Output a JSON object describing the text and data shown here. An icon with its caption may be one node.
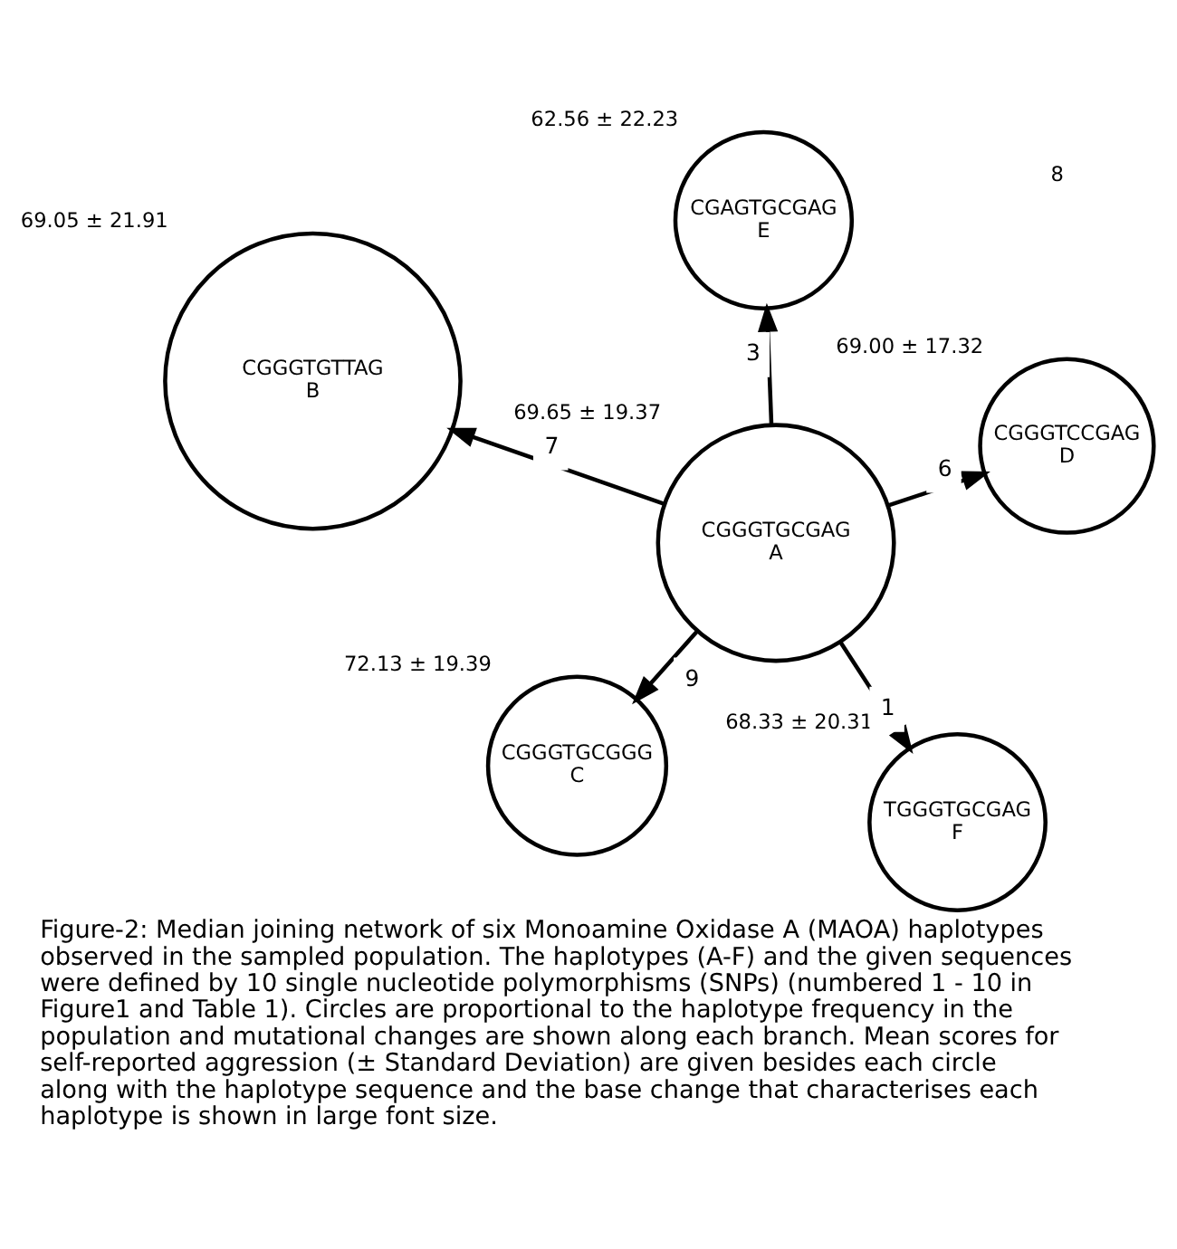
{
  "diagram": {
    "caption": "Figure-2: Median joining network of six Monoamine Oxidase A (MAOA) haplotypes observed in the sampled population. The haplotypes (A-F) and the given sequences were defined by 10 single nucleotide polymorphisms (SNPs) (numbered 1 - 10 in Figure1 and Table 1). Circles are proportional to the haplotype frequency in the population and mutational changes are shown along each branch. Mean scores for self-reported aggression (± Standard Deviation) are given besides each circle along with the haplotype sequence and the base change that characterises each haplotype is shown in large font size.",
    "nodes": [
      {
        "text": [
          "CGGGTGCGGG",
          "C"
        ],
        "beside": [
          "72.13 ± 19.39"
        ]
      },
      {
        "text": [
          "TGGGTGCGAG",
          "F"
        ],
        "beside": [
          "68.33 ± 20.31"
        ]
      },
      {
        "text": [
          "CGGGTGCGAG",
          "A"
        ],
        "beside": [
          "69.65 ± 19.37"
        ]
      },
      {
        "text": [
          "CGAGTGCGAG",
          "E"
        ],
        "beside": [
          "62.56 ± 22.23"
        ]
      },
      {
        "text": [
          "CGGGTCCGAG",
          "D"
        ],
        "beside": [
          "69.00 ± 17.32"
        ]
      },
      {
        "text": [
          "CGGGTGTTAG",
          "B"
        ],
        "beside": [
          "69.05 ± 21.91"
        ]
      }
    ],
    "edges": [
      {
        "from": 2,
        "to": 0,
        "arrow": "to",
        "label": "9"
      },
      {
        "from": 2,
        "to": 1,
        "arrow": "to",
        "label": "1"
      },
      {
        "from": 2,
        "to": 3,
        "arrow": "to",
        "label": "3"
      },
      {
        "from": 2,
        "to": 4,
        "arrow": "to",
        "label": "6"
      },
      {
        "from": 2,
        "to": 5,
        "arrow": "to",
        "label": "7"
      }
    ],
    "labels": [
      "8"
    ]
  }
}
